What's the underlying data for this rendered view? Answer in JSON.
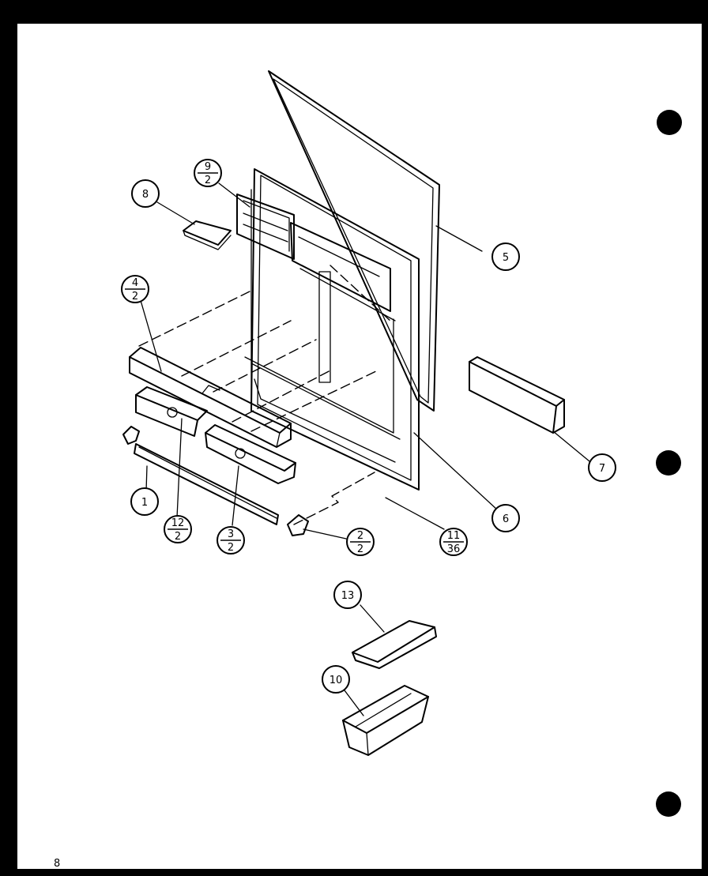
{
  "diagram": {
    "callouts": {
      "c1": "1",
      "c5": "5",
      "c6": "6",
      "c7": "7",
      "c8": "8",
      "c10": "10",
      "c13": "13"
    },
    "fractions": {
      "f9_2": {
        "num": "9",
        "den": "2"
      },
      "f4_2": {
        "num": "4",
        "den": "2"
      },
      "f12_2": {
        "num": "12",
        "den": "2"
      },
      "f3_2": {
        "num": "3",
        "den": "2"
      },
      "f2_2": {
        "num": "2",
        "den": "2"
      },
      "f11_36": {
        "num": "11",
        "den": "36"
      }
    }
  },
  "page_number": "8"
}
